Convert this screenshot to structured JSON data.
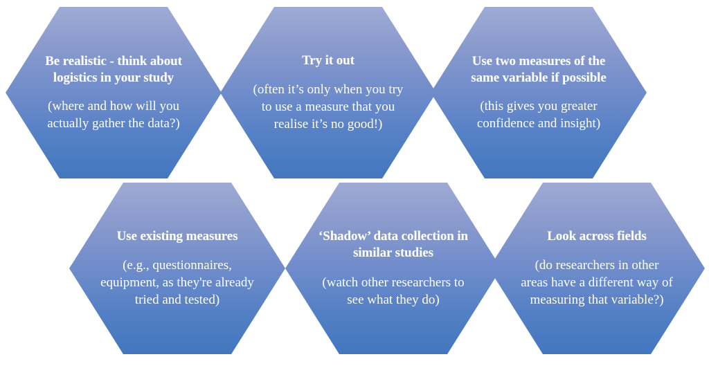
{
  "diagram": {
    "type": "hexagon-honeycomb",
    "background_color": "#ffffff",
    "text_color": "#ffffff",
    "gradient_top_color": "#9fabd4",
    "gradient_bottom_color": "#4277bf",
    "rows": 2,
    "columns": 3,
    "cells": [
      {
        "id": "be-realistic",
        "title": "Be realistic - think about logistics in your study",
        "body": "(where and how will you actually gather the data?)"
      },
      {
        "id": "try-it-out",
        "title": "Try it out",
        "body": "(often it’s only when you try to use a measure that you realise it’s no good!)"
      },
      {
        "id": "two-measures",
        "title": "Use two measures of the same variable if possible",
        "body": "(this gives you greater confidence and insight)"
      },
      {
        "id": "use-existing-measures",
        "title": "Use existing measures",
        "body": "(e.g., questionnaires, equipment, as they're already tried and tested)"
      },
      {
        "id": "shadow-data-collection",
        "title": "‘Shadow’ data collection in similar studies",
        "body": "(watch other researchers to see what they do)"
      },
      {
        "id": "look-across-fields",
        "title": "Look across fields",
        "body": "(do researchers in other areas have a different way of measuring that variable?)"
      }
    ]
  }
}
